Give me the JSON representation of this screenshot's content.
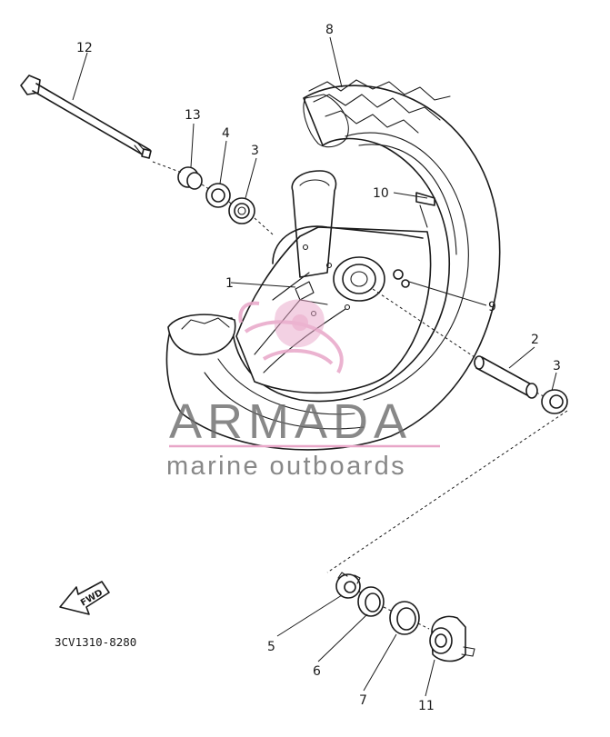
{
  "callouts": {
    "c1": "1",
    "c2": "2",
    "c3a": "3",
    "c3b": "3",
    "c4": "4",
    "c5": "5",
    "c6": "6",
    "c7": "7",
    "c8": "8",
    "c9": "9",
    "c10": "10",
    "c11": "11",
    "c12": "12",
    "c13": "13"
  },
  "diagram_code": "3CV1310-8280",
  "fwd_label": "FWD",
  "watermark": {
    "title": "ARMADA",
    "subtitle": "marine outboards",
    "title_color": "#6e6e6e",
    "accent_color": "#e8a6c8"
  }
}
